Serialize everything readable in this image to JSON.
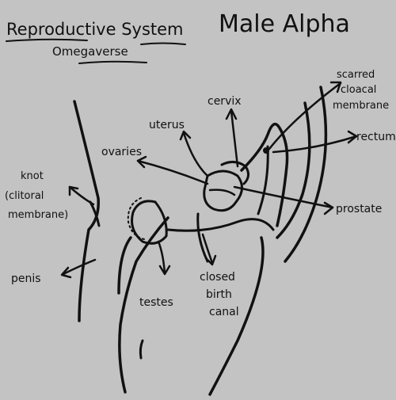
{
  "title": "Reproductive System",
  "subtitle": "Omegaverse",
  "heading": "Male Alpha",
  "labels": {
    "uterus": "uterus",
    "cervix": "cervix",
    "scarred_line1": "scarred",
    "scarred_line2": "cloacal",
    "scarred_line3": "membrane",
    "rectum": "rectum",
    "ovaries": "ovaries",
    "knot_line1": "knot",
    "knot_line2": "(clitoral",
    "knot_line3": "membrane)",
    "prostate": "prostate",
    "penis": "penis",
    "testes": "testes",
    "canal_line1": "closed",
    "canal_line2": "birth",
    "canal_line3": "canal"
  }
}
